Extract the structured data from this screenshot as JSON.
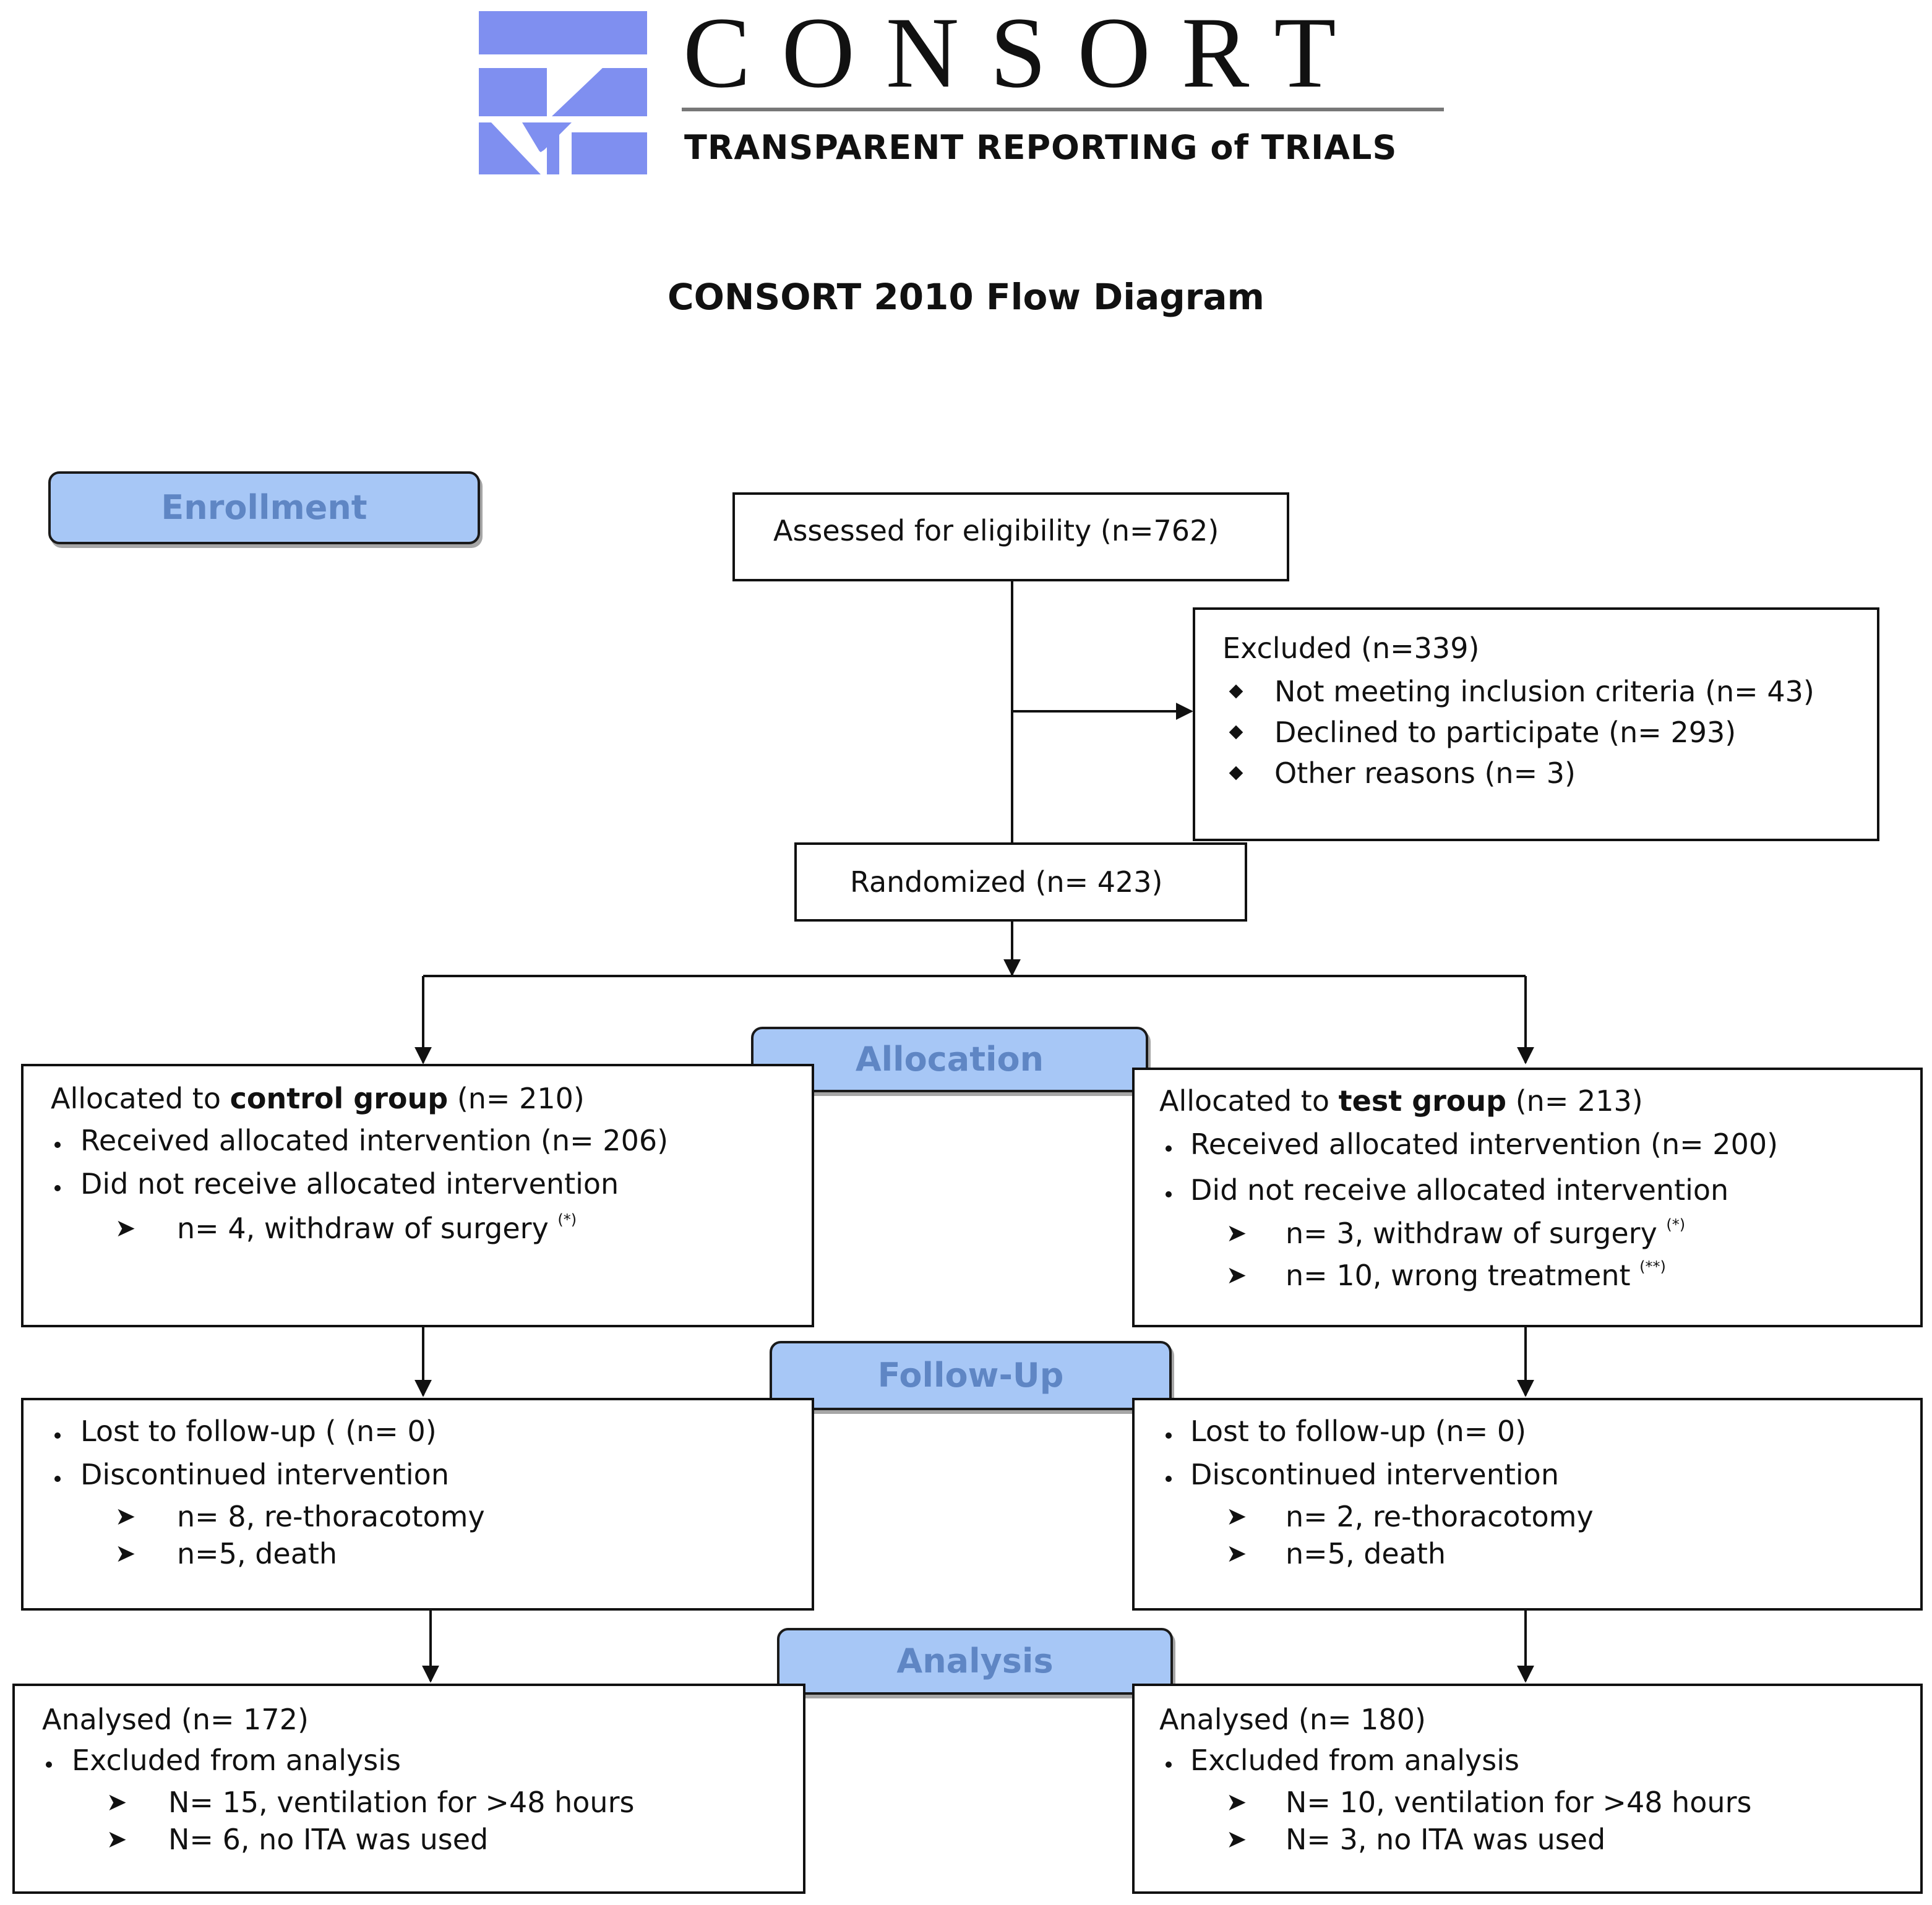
{
  "logo": {
    "wordmark": "CONSORT",
    "tagline": "TRANSPARENT REPORTING of TRIALS"
  },
  "title": "CONSORT 2010 Flow Diagram",
  "stages": {
    "enrollment": "Enrollment",
    "allocation": "Allocation",
    "follow_up": "Follow-Up",
    "analysis": "Analysis"
  },
  "enrollment": {
    "assessed": "Assessed for eligibility (n=762)",
    "excluded": {
      "heading": "Excluded (n=339)",
      "items": [
        "Not meeting inclusion criteria (n= 43)",
        "Declined to participate (n=  293)",
        "Other reasons (n= 3)"
      ]
    },
    "randomized": "Randomized (n= 423)"
  },
  "allocation": {
    "control": {
      "prefix": "Allocated to ",
      "group": "control group",
      "suffix": " (n= 210)",
      "received": "Received allocated intervention (n=  206)",
      "not_received": "Did not receive allocated intervention",
      "reasons": [
        {
          "text": "n= 4, withdraw of surgery ",
          "mark": "(*)"
        }
      ]
    },
    "test": {
      "prefix": "Allocated to ",
      "group": "test group",
      "suffix": " (n= 213)",
      "received": "Received allocated intervention (n= 200)",
      "not_received": "Did not receive allocated intervention",
      "reasons": [
        {
          "text": "n= 3, withdraw of surgery ",
          "mark": "(*)"
        },
        {
          "text": "n= 10, wrong treatment ",
          "mark": "(**)"
        }
      ]
    }
  },
  "follow_up": {
    "control": {
      "lost": "Lost to follow-up ( (n= 0)",
      "discontinued": "Discontinued intervention",
      "reasons": [
        "n= 8, re-thoracotomy",
        "n=5, death"
      ]
    },
    "test": {
      "lost": "Lost to follow-up (n= 0)",
      "discontinued": "Discontinued intervention",
      "reasons": [
        "n= 2, re-thoracotomy",
        "n=5, death"
      ]
    }
  },
  "analysis": {
    "control": {
      "analysed": "Analysed (n= 172)",
      "excluded": "Excluded from analysis",
      "reasons": [
        "N= 15, ventilation for >48 hours",
        "N= 6, no ITA was used"
      ]
    },
    "test": {
      "analysed": "Analysed (n= 180)",
      "excluded": "Excluded from analysis",
      "reasons": [
        "N= 10, ventilation for >48 hours",
        "N= 3, no ITA was used"
      ]
    }
  },
  "colors": {
    "logo_blue": "#7f8ff0",
    "stage_fill": "#a7c7f6",
    "stage_text": "#5f86c4",
    "line": "#111111"
  }
}
